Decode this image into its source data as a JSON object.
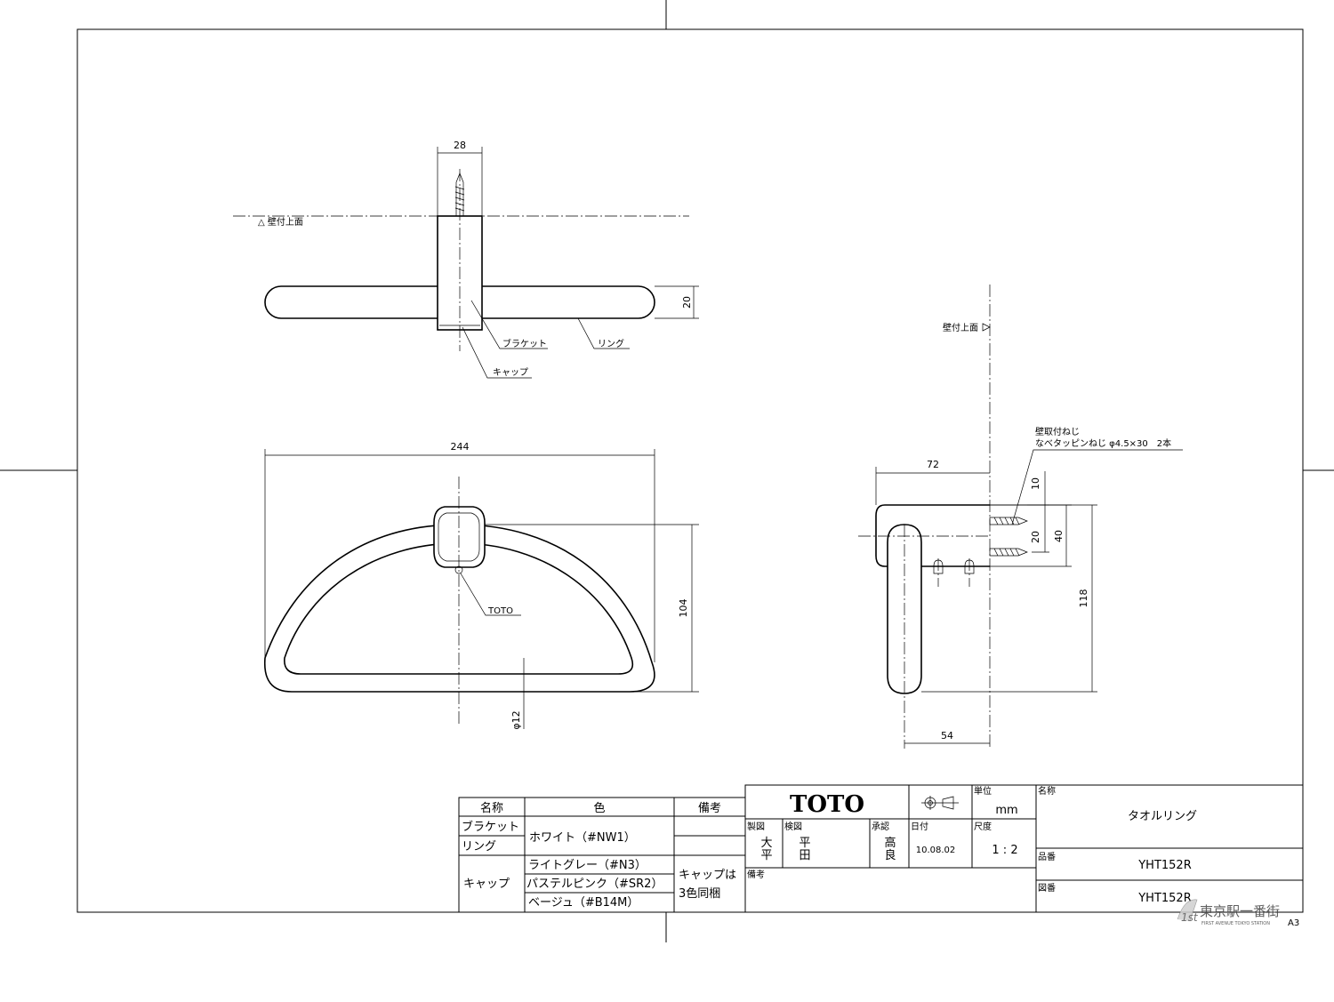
{
  "top_view": {
    "dim_width": "28",
    "dim_height": "20",
    "wall_label": "△ 壁付上面",
    "bracket_label": "ブラケット",
    "ring_label": "リング",
    "cap_label": "キャップ"
  },
  "front_view": {
    "dim_width": "244",
    "dim_height": "104",
    "dim_dia": "φ12",
    "logo_label": "TOTO"
  },
  "side_view": {
    "wall_label": "壁付上面",
    "screw_label_1": "壁取付ねじ",
    "screw_label_2": "なべタッピンねじ φ4.5×30　2本",
    "dim_72": "72",
    "dim_10": "10",
    "dim_20": "20",
    "dim_40": "40",
    "dim_118": "118",
    "dim_54": "54"
  },
  "parts_table": {
    "headers": [
      "名称",
      "色",
      "備考"
    ],
    "rows": [
      {
        "name": "ブラケット"
      },
      {
        "name": "リング"
      },
      {
        "name": "キャップ"
      }
    ],
    "color_white": "ホワイト（#NW1）",
    "color_lightgrey": "ライトグレー（#N3）",
    "color_pink": "パステルピンク（#SR2）",
    "color_beige": "ベージュ（#B14M）",
    "note_1": "キャップは",
    "note_2": "3色同梱"
  },
  "title_block": {
    "brand": "TOTO",
    "unit_label": "単位",
    "unit_value": "mm",
    "name_label": "名称",
    "name_value": "タオルリング",
    "made_label": "製図",
    "made_value_1": "大",
    "made_value_2": "平",
    "check_label": "検図",
    "check_value_1": "平",
    "check_value_2": "田",
    "approve_label": "承認",
    "approve_value_1": "高",
    "approve_value_2": "良",
    "date_label": "日付",
    "date_value": "10.08.02",
    "scale_label": "尺度",
    "scale_value": "1 : 2",
    "product_no_label": "品番",
    "product_no_value": "YHT152R",
    "notes_label": "備考",
    "drawing_no_label": "図番",
    "drawing_no_value": "YHT152R",
    "sheet_size": "A3"
  },
  "watermark": {
    "text": "東京駅一番街",
    "sub": "FIRST AVENUE TOKYO STATION"
  }
}
